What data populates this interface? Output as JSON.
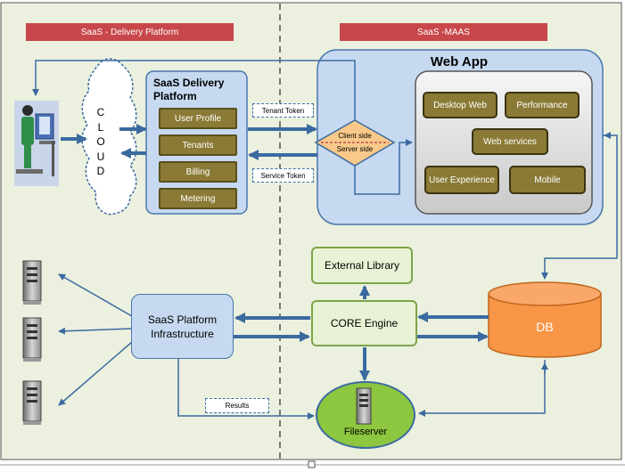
{
  "banners": {
    "delivery": "SaaS - Delivery Platform",
    "maas": "SaaS -MAAS"
  },
  "cloud": {
    "letters": [
      "C",
      "L",
      "O",
      "U",
      "D"
    ]
  },
  "delivery_platform": {
    "title": "SaaS Delivery Platform",
    "items": [
      "User Profile",
      "Tenants",
      "Billing",
      "Metering"
    ]
  },
  "tokens": {
    "tenant": "Tenant Token",
    "service": "Service Token",
    "results": "Results"
  },
  "client_server": {
    "client": "Client side",
    "server": "Server side"
  },
  "web_app": {
    "title": "Web App",
    "items": [
      "Desktop Web",
      "Performance",
      "Web services",
      "User Experience",
      "Mobile"
    ]
  },
  "external_library": "External Library",
  "core_engine": "CORE Engine",
  "db": "DB",
  "infrastructure": "SaaS Platform Infrastructure",
  "fileserver": "Fileserver",
  "colors": {
    "background_panel": "#ebf1de",
    "banner": "#c8474a",
    "delivery_box": "#c6d9f0",
    "module": "#8a7a35",
    "db": "#f79646",
    "fileserver": "#8dc63f",
    "arrow": "#3b6aa0"
  }
}
